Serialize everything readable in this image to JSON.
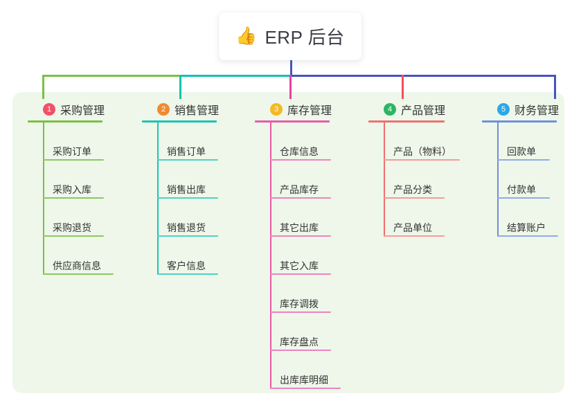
{
  "root": {
    "icon": "thumbs-up-icon",
    "icon_glyph": "👍",
    "title": "ERP 后台"
  },
  "palette": {
    "panel_bg": "#eef7ea",
    "trunk": "#4553c0",
    "branch_left": "#7ac043",
    "branch_mid": "#13c2ab",
    "branch_right": "#4553c0"
  },
  "columns": [
    {
      "number": "1",
      "title": "采购管理",
      "badge_color": "#f2506a",
      "line_color": "#7ac043",
      "connector_color": "#7ac043",
      "items": [
        "采购订单",
        "采购入库",
        "采购退货",
        "供应商信息"
      ]
    },
    {
      "number": "2",
      "title": "销售管理",
      "badge_color": "#f08a31",
      "line_color": "#19c5b4",
      "connector_color": "#13c2ab",
      "items": [
        "销售订单",
        "销售出库",
        "销售退货",
        "客户信息"
      ]
    },
    {
      "number": "3",
      "title": "库存管理",
      "badge_color": "#f5b922",
      "line_color": "#e85aa8",
      "connector_color": "#e8429b",
      "items": [
        "仓库信息",
        "产品库存",
        "其它出库",
        "其它入库",
        "库存调拨",
        "库存盘点",
        "出库库明细"
      ]
    },
    {
      "number": "4",
      "title": "产品管理",
      "badge_color": "#2cb563",
      "line_color": "#f07070",
      "connector_color": "#f0505a",
      "items": [
        "产品（物料）",
        "产品分类",
        "产品单位"
      ]
    },
    {
      "number": "5",
      "title": "财务管理",
      "badge_color": "#2aa8e8",
      "line_color": "#6f8fe0",
      "connector_color": "#4553c0",
      "items": [
        "回款单",
        "付款单",
        "结算账户"
      ]
    }
  ]
}
